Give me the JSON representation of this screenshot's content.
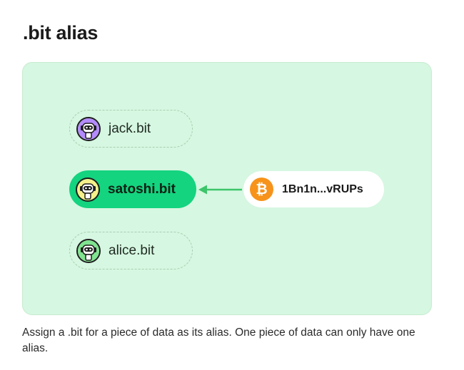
{
  "page": {
    "title": ".bit alias",
    "description": "Assign a .bit for a piece of data as its alias. One piece of data can only have one alias."
  },
  "diagram": {
    "aliases": [
      {
        "label": "jack.bit",
        "selected": false,
        "avatar_color": "#b48bff",
        "avatar": "robot-avatar-icon"
      },
      {
        "label": "satoshi.bit",
        "selected": true,
        "avatar_color": "#f6f08a",
        "avatar": "robot-avatar-icon"
      },
      {
        "label": "alice.bit",
        "selected": false,
        "avatar_color": "#7fe38f",
        "avatar": "robot-avatar-icon"
      }
    ],
    "address": {
      "text": "1Bn1n...vRUPs",
      "icon": "bitcoin-icon",
      "glyph": "₿"
    },
    "connector_icon": "arrow-left-icon"
  },
  "colors": {
    "panel_bg": "#d6f7e1",
    "active_pill": "#14d47f",
    "arrow": "#3cc56a",
    "bitcoin": "#f7931a"
  }
}
